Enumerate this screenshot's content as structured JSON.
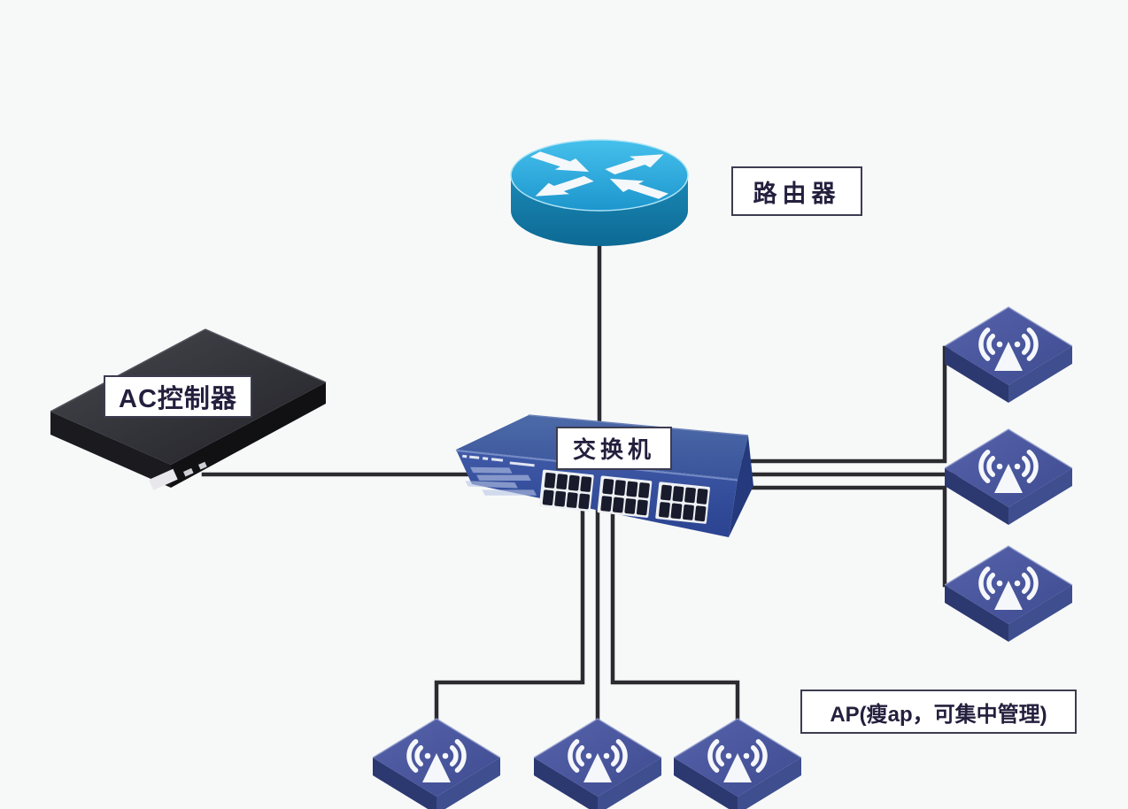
{
  "labels": {
    "router": "路由器",
    "ac_controller": "AC控制器",
    "switch": "交换机",
    "ap_note": "AP(瘦ap，可集中管理)"
  },
  "devices": [
    {
      "name": "router",
      "label": "路由器",
      "count": 1
    },
    {
      "name": "switch",
      "label": "交换机",
      "count": 1
    },
    {
      "name": "ac-controller",
      "label": "AC控制器",
      "count": 1
    },
    {
      "name": "access-point",
      "label": "AP(瘦ap，可集中管理)",
      "count": 6
    }
  ],
  "connections": [
    {
      "from": "router",
      "to": "switch"
    },
    {
      "from": "ac-controller",
      "to": "switch"
    },
    {
      "from": "switch",
      "to": "ap-right-top"
    },
    {
      "from": "switch",
      "to": "ap-right-middle"
    },
    {
      "from": "switch",
      "to": "ap-right-bottom"
    },
    {
      "from": "switch",
      "to": "ap-bottom-left"
    },
    {
      "from": "switch",
      "to": "ap-bottom-middle"
    },
    {
      "from": "switch",
      "to": "ap-bottom-right"
    }
  ],
  "colors": {
    "background": "#f7f9f9",
    "cable": "#2b2b30",
    "router_top": "#2fb0e4",
    "router_side": "#1583b2",
    "switch_front": "#35509d",
    "switch_top": "#45649f",
    "ap_top": "#47549b",
    "ap_side_dark": "#2c3870",
    "ap_side_light": "#3e4e8e",
    "ac_body": "#2a2a30",
    "label_border": "#3c3c50",
    "label_text": "#241f3d"
  }
}
